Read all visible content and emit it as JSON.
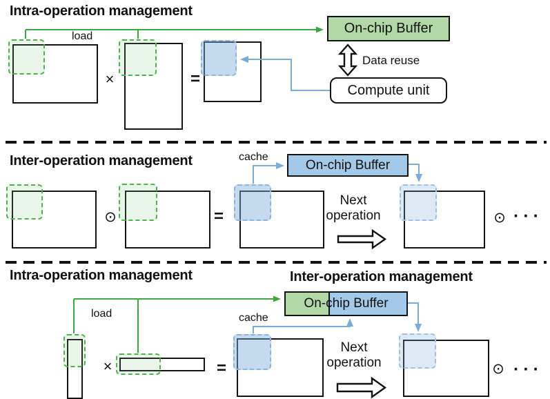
{
  "figure": {
    "top": {
      "title": "Intra-operation management",
      "load": "load",
      "multiply": "×",
      "equals": "=",
      "buffer": "On-chip Buffer",
      "data_reuse": "Data reuse",
      "compute": "Compute unit"
    },
    "middle": {
      "title": "Inter-operation management",
      "cache": "cache",
      "hadamard": "⊙",
      "equals": "=",
      "buffer": "On-chip Buffer",
      "next_operation": "Next operation",
      "hadamard_next": "⊙",
      "ellipsis": "···"
    },
    "bottom": {
      "title_intra": "Intra-operation management",
      "title_inter": "Inter-operation management",
      "load": "load",
      "cache": "cache",
      "multiply": "×",
      "equals": "=",
      "buffer": "On-chip Buffer",
      "next_operation": "Next operation",
      "hadamard_next": "⊙",
      "ellipsis": "···"
    },
    "colors": {
      "green_accent": "#3da83d",
      "green_box_fill": "#b2d8a7",
      "green_tile_border": "#4cb34c",
      "blue_accent": "#79acdd",
      "blue_box_fill": "#a3c9e9",
      "blue_tile_border": "#8ab4dd",
      "line_black": "#111111"
    }
  }
}
